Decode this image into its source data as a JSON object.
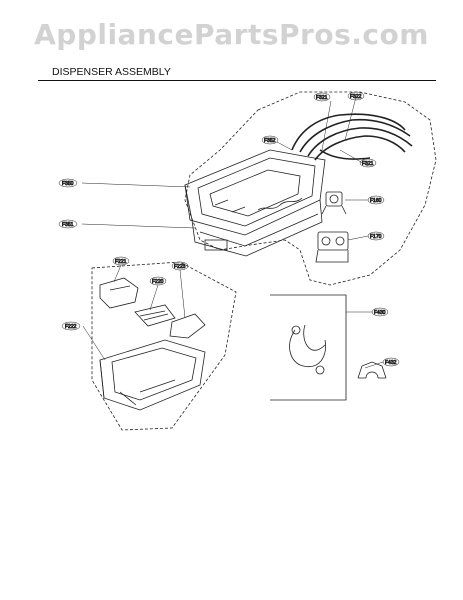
{
  "header": {
    "watermark": "AppliancePartsPros.com",
    "title": "DISPENSER ASSEMBLY"
  },
  "callouts": [
    "F321",
    "F322",
    "F352",
    "F321",
    "F350",
    "F351",
    "F160",
    "F170",
    "F221",
    "F223",
    "F222",
    "F220",
    "F430",
    "F432"
  ]
}
